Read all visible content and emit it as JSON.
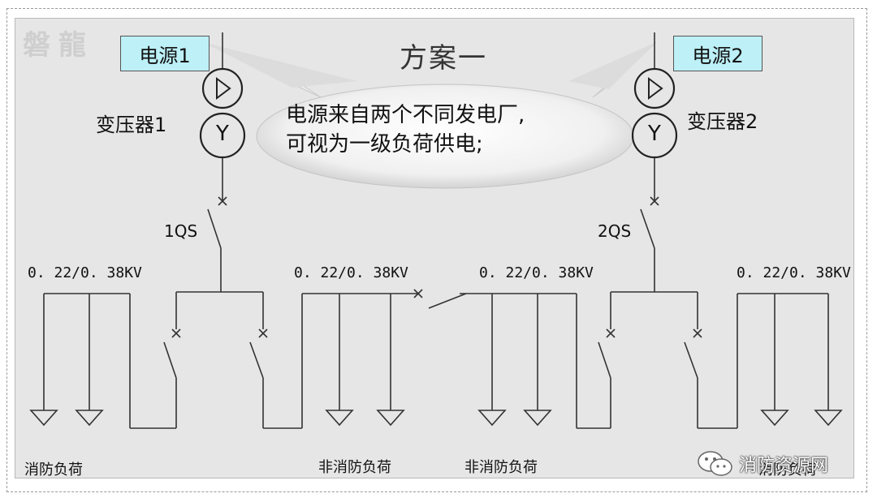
{
  "logo_text": "磐龍",
  "title": "方案一",
  "source1": {
    "label": "电源1",
    "transformer": "变压器1",
    "switch": "1QS",
    "symbol": "Y"
  },
  "source2": {
    "label": "电源2",
    "transformer": "变压器2",
    "switch": "2QS",
    "symbol": "Y"
  },
  "bubble": {
    "line1": "电源来自两个不同发电厂,",
    "line2": "可视为一级负荷供电;"
  },
  "voltages": [
    "0. 22/0. 38KV",
    "0. 22/0. 38KV",
    "0. 22/0. 38KV",
    "0. 22/0. 38KV"
  ],
  "loads": [
    "消防负荷",
    "非消防负荷",
    "非消防负荷",
    "消防负荷"
  ],
  "watermark": "消防资源网",
  "colors": {
    "panel": "#e6e6e6",
    "source_box": "#bdf0f7",
    "line": "#333333",
    "bubble": "#f2f2f2"
  }
}
